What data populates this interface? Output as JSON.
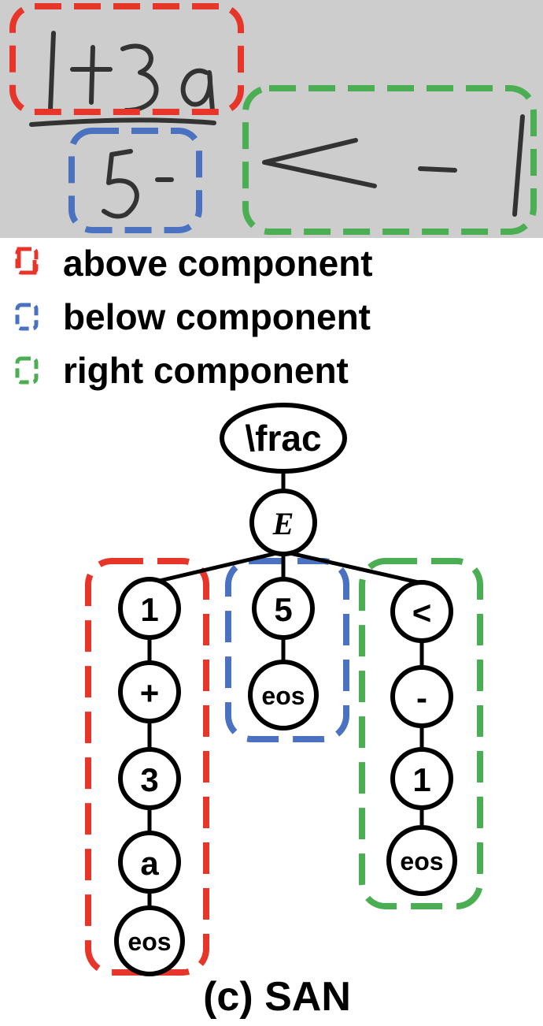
{
  "colors": {
    "above": "#e8352a",
    "below": "#4a72c0",
    "right": "#4cae52",
    "photo_bg": "#cdcdcd",
    "ink": "#000000"
  },
  "legend": [
    {
      "key": "above",
      "label": "above component"
    },
    {
      "key": "below",
      "label": "below component"
    },
    {
      "key": "right",
      "label": "right component"
    }
  ],
  "tree": {
    "root": "\\frac",
    "child": "E",
    "branches": {
      "above": [
        "1",
        "+",
        "3",
        "a",
        "eos"
      ],
      "below": [
        "5",
        "eos"
      ],
      "right": [
        "<",
        "-",
        "1",
        "eos"
      ]
    }
  },
  "caption": "(c) SAN"
}
